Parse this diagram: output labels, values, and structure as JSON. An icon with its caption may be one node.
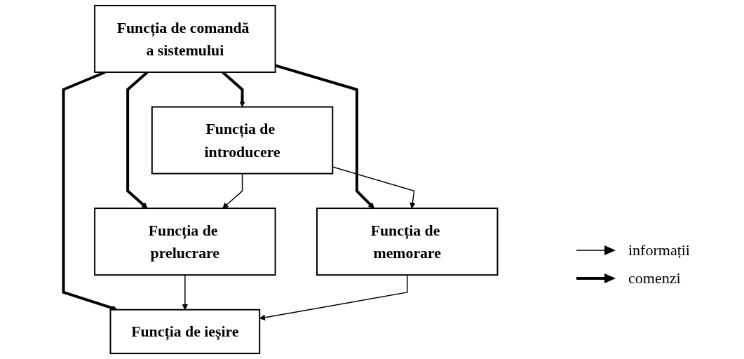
{
  "diagram": {
    "nodes": [
      {
        "text": [
          "Funcția de comandă a sistemului"
        ]
      },
      {
        "text": [
          "Funcția de introducere"
        ]
      },
      {
        "text": [
          "Funcția de prelucrare"
        ]
      },
      {
        "text": [
          "Funcția de ieșire"
        ]
      },
      {
        "text": [
          "Funcția de memorare"
        ]
      }
    ],
    "edges": [
      {
        "from": 0,
        "to": 1,
        "arrow": "to",
        "style": "thick"
      },
      {
        "from": 0,
        "to": 2,
        "arrow": "to",
        "style": "thick"
      },
      {
        "from": 0,
        "to": 4,
        "arrow": "to",
        "style": "thick"
      },
      {
        "from": 0,
        "to": 3,
        "arrow": "to",
        "style": "thick"
      },
      {
        "from": 1,
        "to": 2,
        "arrow": "to"
      },
      {
        "from": 2,
        "to": 3,
        "arrow": "to"
      },
      {
        "from": 1,
        "to": 4,
        "arrow": "to"
      },
      {
        "from": 4,
        "to": 3,
        "arrow": "to"
      }
    ],
    "legend": [
      {
        "text": "informații"
      },
      {
        "text": "comenzi"
      }
    ]
  }
}
